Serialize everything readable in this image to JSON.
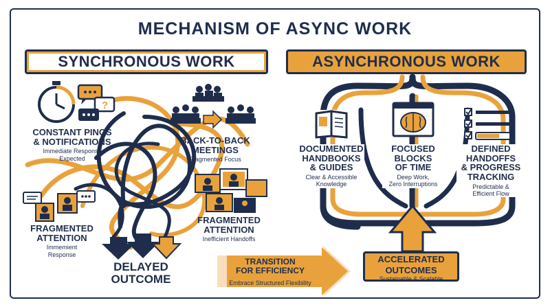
{
  "title": "MECHANISM OF ASYNC WORK",
  "colors": {
    "navy": "#1f2d4d",
    "orange": "#e9a23b",
    "white": "#ffffff"
  },
  "sync": {
    "banner": "SYNCHRONOUS WORK",
    "pings": {
      "title_line1": "CONSTANT PINGS",
      "title_line2": "& NOTIFICATIONS",
      "sub_line1": "Immediate Response",
      "sub_line2": "Expected"
    },
    "meetings": {
      "title_line1": "BACK-TO-BACK",
      "title_line2": "MEETINGS",
      "sub": "Fragmented Focus"
    },
    "fragmented_left": {
      "title_line1": "FRAGMENTED",
      "title_line2": "ATTENTION",
      "sub_line1": "Immemient",
      "sub_line2": "Response"
    },
    "fragmented_right": {
      "title_line1": "FRAGMENTED",
      "title_line2": "ATTENTION",
      "sub": "Inefficient Handoffs"
    },
    "delayed": {
      "line1": "DELAYED",
      "line2": "OUTCOME"
    }
  },
  "transition": {
    "line1": "TRANSITION",
    "line2": "FOR EFFICIENCY",
    "sub": "Embrace Structured Flexibility"
  },
  "async": {
    "banner": "ASYNCHRONOUS WORK",
    "documented": {
      "title_line1": "DOCUMENTED",
      "title_line2": "HANDBOOKS",
      "title_line3": "& GUIDES",
      "sub_line1": "Clear & Accessible",
      "sub_line2": "Knowledge"
    },
    "focused": {
      "title_line1": "FOCUSED",
      "title_line2": "BLOCKS",
      "title_line3": "OF TIME",
      "sub_line1": "Deep Work,",
      "sub_line2": "Zero Interruptions"
    },
    "handoffs": {
      "title_line1": "DEFINED",
      "title_line2": "HANDOFFS",
      "title_line3": "& PROGRESS",
      "title_line4": "TRACKING",
      "sub_line1": "Predictable &",
      "sub_line2": "Efficient Flow"
    },
    "outcome": {
      "line1": "ACCELERATED",
      "line2": "OUTCOMES",
      "sub": "Sustainable & Scalable"
    }
  },
  "icons": [
    "clock-icon",
    "chat-bubble-icon",
    "meeting-icon",
    "chat-person-icon",
    "video-call-icon",
    "book-icon",
    "brain-icon",
    "checklist-icon"
  ]
}
